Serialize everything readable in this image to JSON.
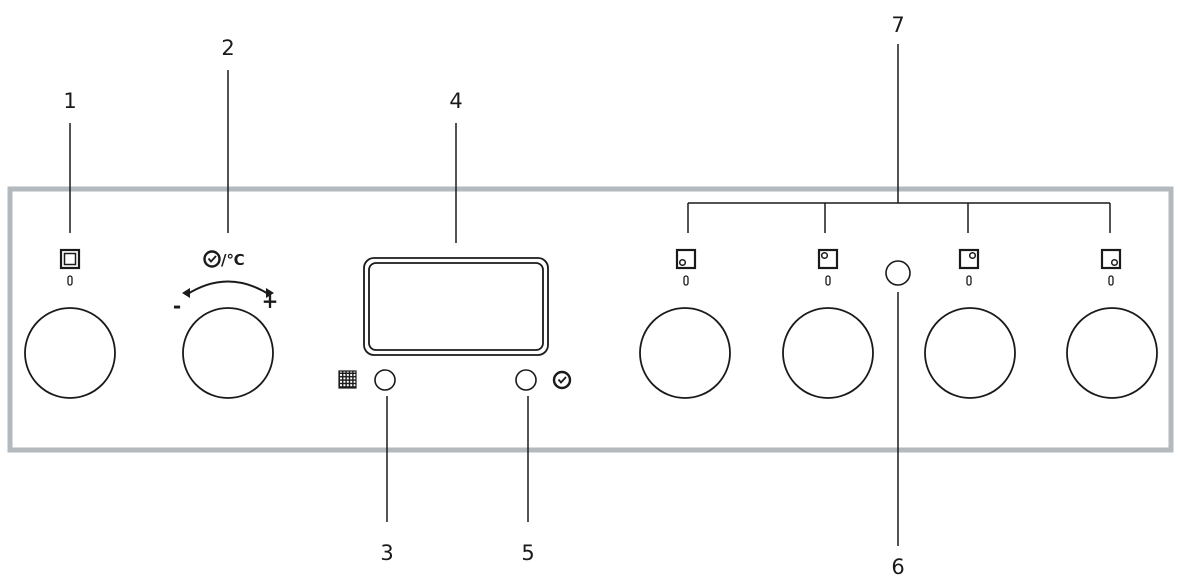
{
  "callouts": {
    "c1": "1",
    "c2": "2",
    "c3": "3",
    "c4": "4",
    "c5": "5",
    "c6": "6",
    "c7": "7"
  },
  "temperature_knob": {
    "symbol_text": "/℃",
    "minus": "-",
    "plus": "+"
  },
  "colors": {
    "panel_border": "#b3b9bc",
    "line": "#1a1a1a"
  }
}
